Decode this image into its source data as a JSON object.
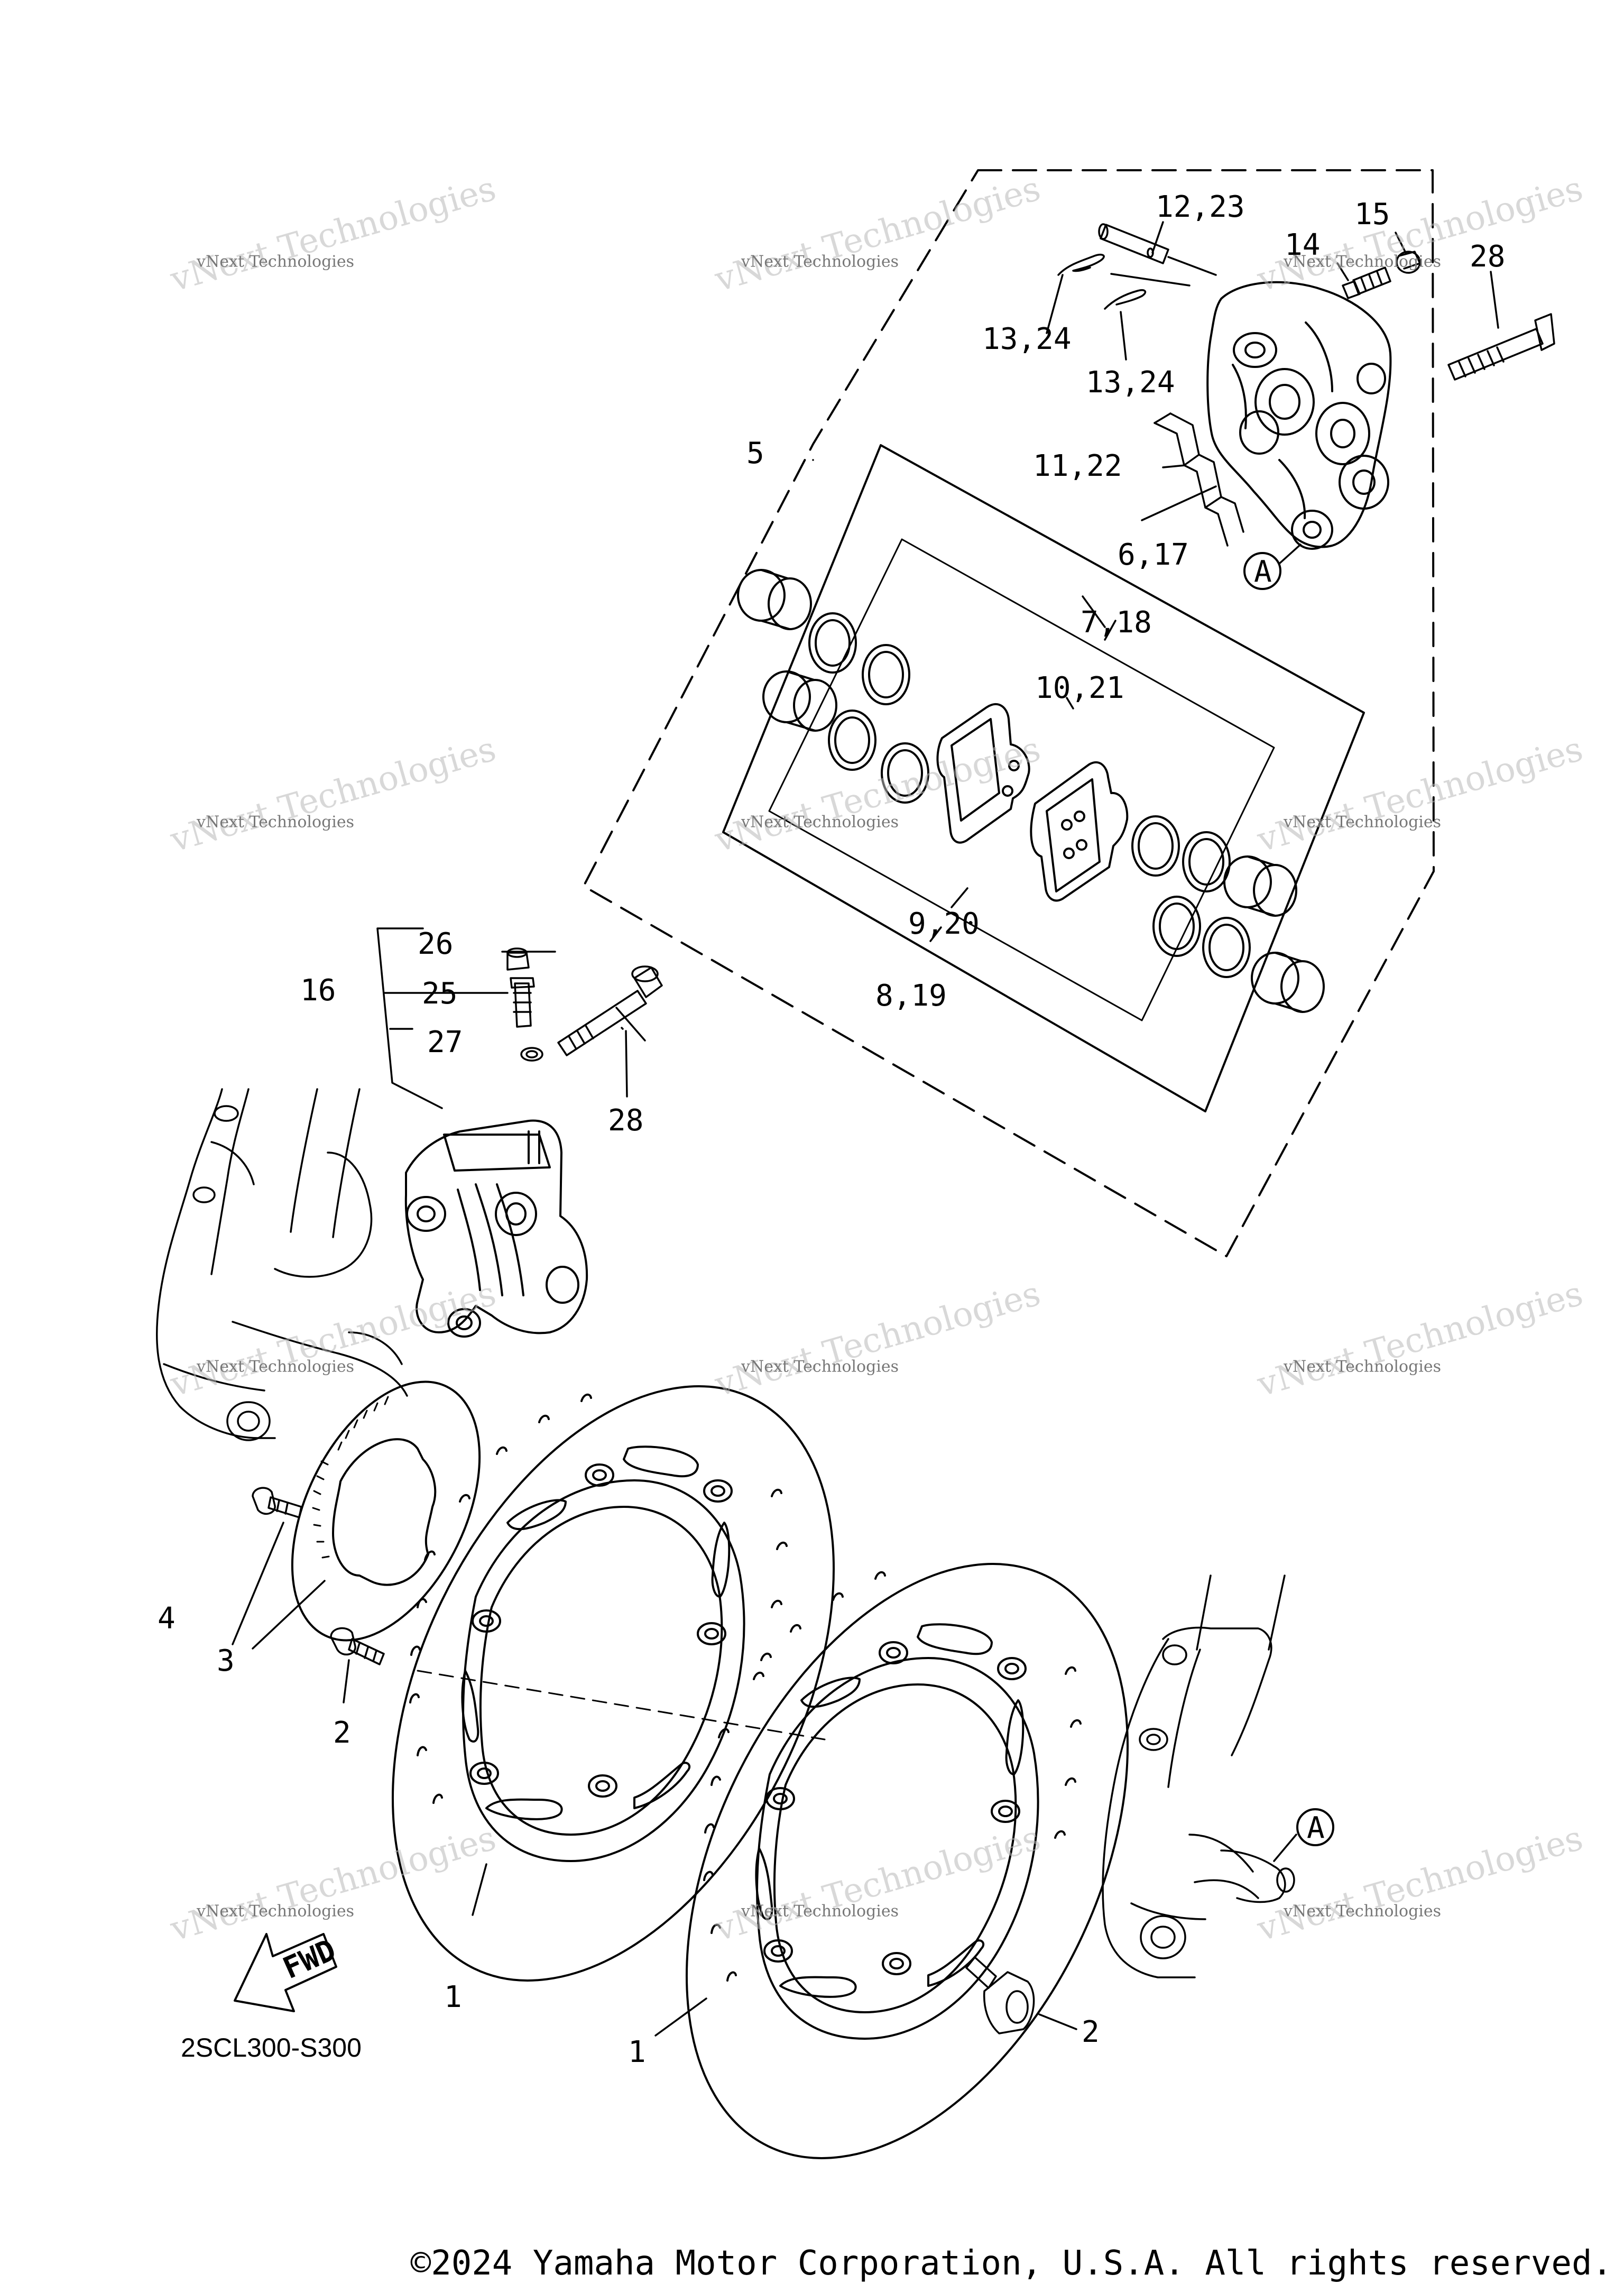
{
  "diagram": {
    "part_labels": {
      "l1a": "1",
      "l1b": "1",
      "l2a": "2",
      "l2b": "2",
      "l3": "3",
      "l4": "4",
      "l5": "5",
      "l6": "6,17",
      "l7": "7,18",
      "l8": "8,19",
      "l9": "9,20",
      "l10": "10,21",
      "l11": "11,22",
      "l12": "12,23",
      "l13a": "13,24",
      "l13b": "13,24",
      "l14": "14",
      "l15": "15",
      "l16": "16",
      "l25": "25",
      "l26": "26",
      "l27": "27",
      "l28a": "28",
      "l28b": "28",
      "callout_a1": "A",
      "callout_a2": "A"
    },
    "direction_arrow": "FWD",
    "diagram_code": "2SCL300-S300"
  },
  "watermark": {
    "big": "vNext Technologies",
    "small": "vNext Technologies"
  },
  "footer": {
    "copyright": "©2024 Yamaha Motor Corporation, U.S.A. All rights reserved."
  }
}
